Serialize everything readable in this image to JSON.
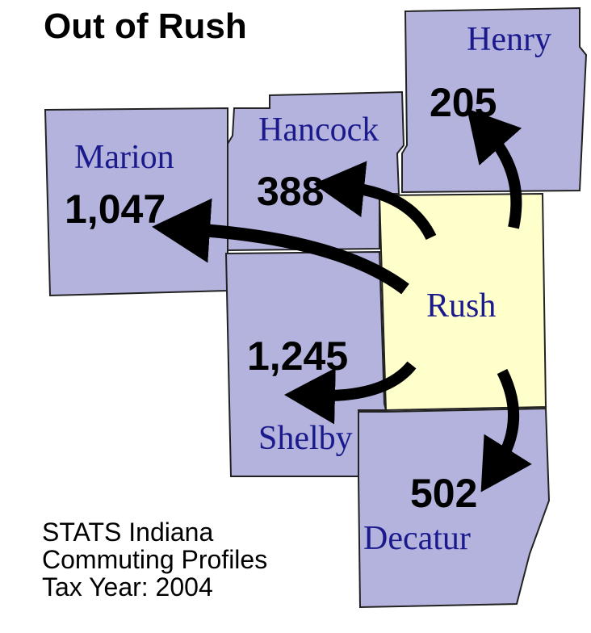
{
  "title": "Out of Rush",
  "source": {
    "line1": "STATS Indiana",
    "line2": "Commuting Profiles",
    "line3": "Tax Year:  2004"
  },
  "colors": {
    "origin_county": "#ffffcc",
    "destination_county": "#b3b3dd",
    "county_label": "#1a1a8c",
    "arrow": "#000000"
  },
  "counties": {
    "rush": {
      "name": "Rush"
    },
    "marion": {
      "name": "Marion",
      "commuters": "1,047"
    },
    "hancock": {
      "name": "Hancock",
      "commuters": "388"
    },
    "henry": {
      "name": "Henry",
      "commuters": "205"
    },
    "shelby": {
      "name": "Shelby",
      "commuters": "1,245"
    },
    "decatur": {
      "name": "Decatur",
      "commuters": "502"
    }
  }
}
